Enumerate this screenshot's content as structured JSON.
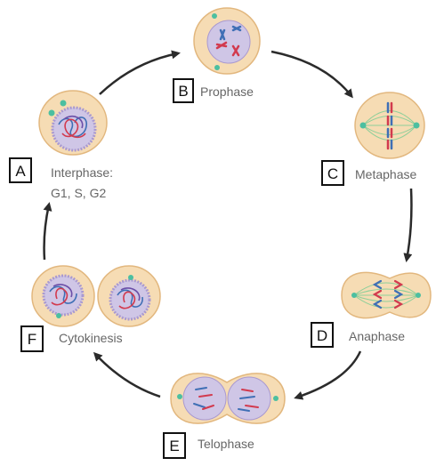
{
  "stages": {
    "interphase": {
      "letter": "A",
      "label_line1": "Interphase:",
      "label_line2": "G1, S, G2"
    },
    "prophase": {
      "letter": "B",
      "label": "Prophase"
    },
    "metaphase": {
      "letter": "C",
      "label": "Metaphase"
    },
    "anaphase": {
      "letter": "D",
      "label": "Anaphase"
    },
    "telophase": {
      "letter": "E",
      "label": "Telophase"
    },
    "cytokinesis": {
      "letter": "F",
      "label": "Cytokinesis"
    }
  },
  "colors": {
    "cell_fill": "#f6dcb4",
    "cell_stroke": "#e2b77e",
    "nucleus_fill": "#cfc6e6",
    "nucleus_stroke": "#a999d0",
    "chromosome_red": "#d23a4e",
    "chromosome_blue": "#3f6fb5",
    "centrosome": "#4cbfa0",
    "spindle": "#8fcf9a",
    "arrow": "#2b2b2b",
    "label": "#666666"
  }
}
